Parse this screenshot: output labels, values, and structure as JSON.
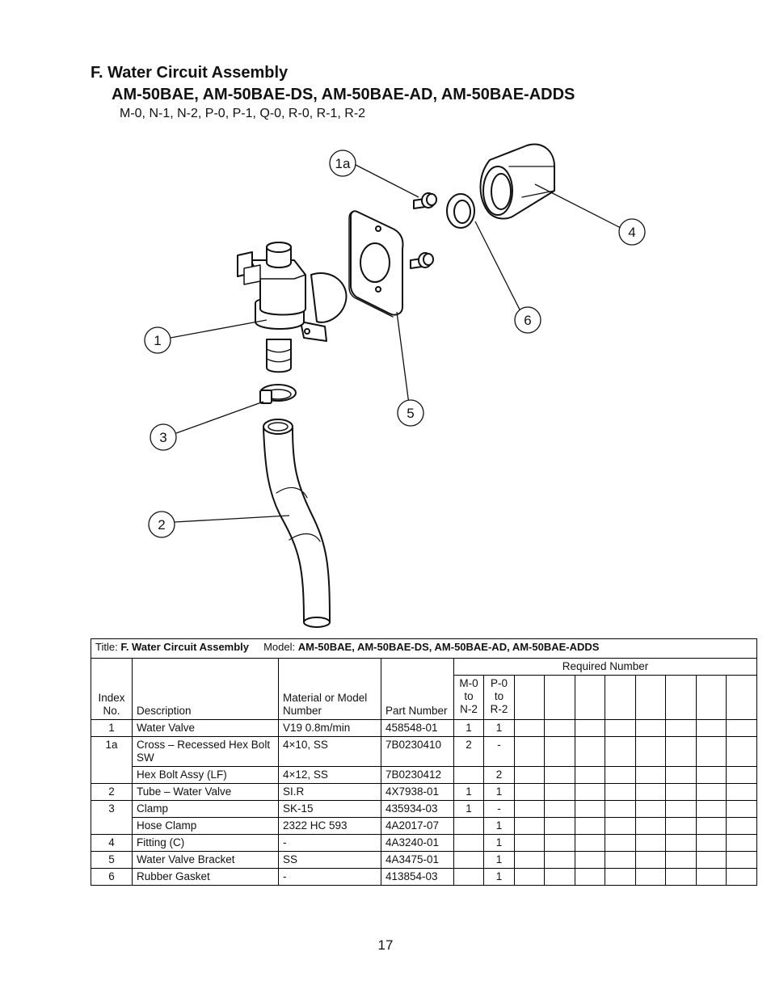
{
  "header": {
    "section_title": "F. Water Circuit Assembly",
    "models": "AM-50BAE, AM-50BAE-DS, AM-50BAE-AD, AM-50BAE-ADDS",
    "serials": "M-0, N-1, N-2, P-0, P-1, Q-0, R-0, R-1, R-2"
  },
  "callouts": [
    "1a",
    "4",
    "6",
    "1",
    "5",
    "3",
    "2"
  ],
  "table": {
    "title_label": "Title:",
    "title_value": "F. Water Circuit Assembly",
    "model_label": "Model:",
    "model_value": "AM-50BAE, AM-50BAE-DS, AM-50BAE-AD, AM-50BAE-ADDS",
    "headers": {
      "index": "Index No.",
      "description": "Description",
      "material": "Material or Model Number",
      "part_number": "Part Number",
      "required": "Required Number",
      "col_m0": "M-0 to N-2",
      "col_p0": "P-0 to R-2"
    },
    "rows": [
      {
        "index": "1",
        "description": "Water Valve",
        "material": "V19 0.8m/min",
        "part": "458548-01",
        "m": "1",
        "p": "1"
      },
      {
        "index": "1a",
        "description": "Cross – Recessed Hex Bolt SW",
        "material": "4×10, SS",
        "part": "7B0230410",
        "m": "2",
        "p": "-"
      },
      {
        "index": "",
        "description": "Hex Bolt Assy (LF)",
        "material": " 4×12, SS",
        "part": "7B0230412",
        "m": "",
        "p": "2"
      },
      {
        "index": "2",
        "description": "Tube – Water Valve",
        "material": "SI.R",
        "part": "4X7938-01",
        "m": "1",
        "p": "1"
      },
      {
        "index": "3",
        "description": "Clamp",
        "material": "SK-15",
        "part": "435934-03",
        "m": "1",
        "p": "-"
      },
      {
        "index": "",
        "description": "Hose Clamp",
        "material": "2322 HC 593",
        "part": "4A2017-07",
        "m": "",
        "p": "1"
      },
      {
        "index": "4",
        "description": "Fitting (C)",
        "material": "-",
        "part": "4A3240-01",
        "m": "",
        "p": "1"
      },
      {
        "index": "5",
        "description": "Water Valve Bracket",
        "material": "SS",
        "part": "4A3475-01",
        "m": "",
        "p": "1"
      },
      {
        "index": "6",
        "description": "Rubber Gasket",
        "material": "-",
        "part": "413854-03",
        "m": "",
        "p": "1"
      }
    ]
  },
  "page_number": "17"
}
